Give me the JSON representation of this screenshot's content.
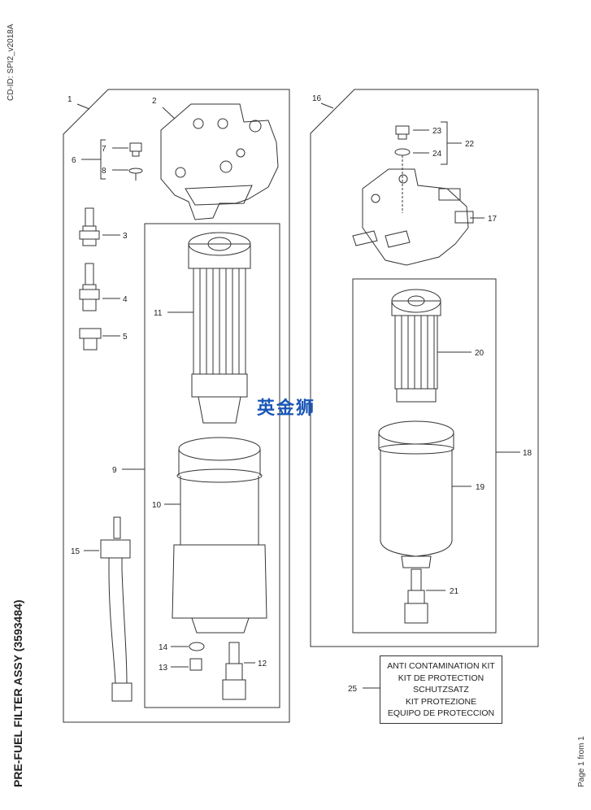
{
  "document": {
    "cd_id": "CD-ID: SPI2_v2018A",
    "title": "PRE-FUEL FILTER ASSY (3593484)",
    "page_label": "Page 1 from 1",
    "watermark": "英金狮"
  },
  "callouts": [
    "1",
    "2",
    "3",
    "4",
    "5",
    "6",
    "7",
    "8",
    "9",
    "10",
    "11",
    "12",
    "13",
    "14",
    "15",
    "16",
    "17",
    "18",
    "19",
    "20",
    "21",
    "22",
    "23",
    "24",
    "25"
  ],
  "kit": {
    "lines": [
      "ANTI CONTAMINATION KIT",
      "KIT DE PROTECTION",
      "SCHUTZSATZ",
      "KIT PROTEZIONE",
      "EQUIPO DE PROTECCION"
    ]
  },
  "colors": {
    "line": "#333333",
    "watermark": "#1a56b8"
  }
}
